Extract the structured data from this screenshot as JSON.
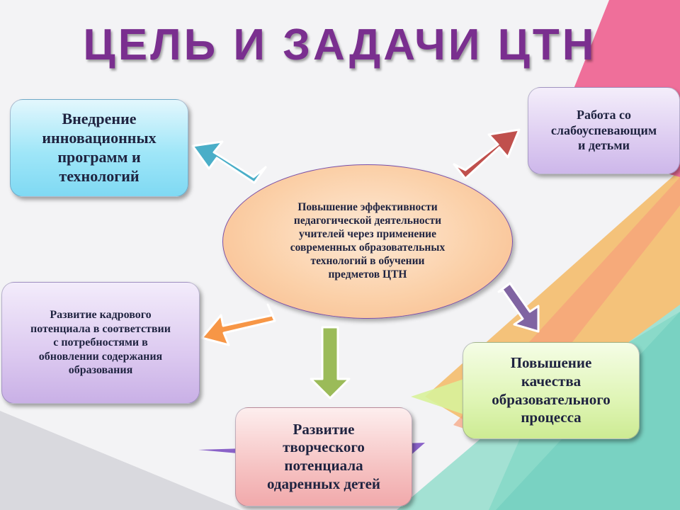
{
  "title": "ЦЕЛЬ И ЗАДАЧИ ЦТН",
  "center": {
    "lines": [
      "Повышение эффективности",
      "педагогической деятельности",
      "учителей через применение",
      "современных образовательных",
      "технологий в обучении",
      "предметов ЦТН"
    ]
  },
  "boxes": {
    "top_left": {
      "lines": [
        "Внедрение",
        "инновационных",
        "программ и",
        "технологий"
      ]
    },
    "top_right": {
      "lines": [
        "Работа со",
        "слабоуспевающим",
        "и детьми"
      ]
    },
    "mid_left": {
      "lines": [
        "Развитие кадрового",
        "потенциала в соответствии",
        "с потребностями в",
        "обновлении содержания",
        "образования"
      ]
    },
    "bottom_right": {
      "lines": [
        "Повышение",
        "качества",
        "образовательного",
        "процесса"
      ]
    },
    "bottom_center": {
      "lines": [
        "Развитие",
        "творческого",
        "потенциала",
        "одаренных детей"
      ]
    }
  },
  "colors": {
    "arrow_top_left": "#4aaec8",
    "arrow_top_right": "#c0504d",
    "arrow_mid_left": "#f79646",
    "arrow_bottom": "#9bbb59",
    "arrow_bottom_right": "#8064a2",
    "title": "#7a2f8f"
  }
}
